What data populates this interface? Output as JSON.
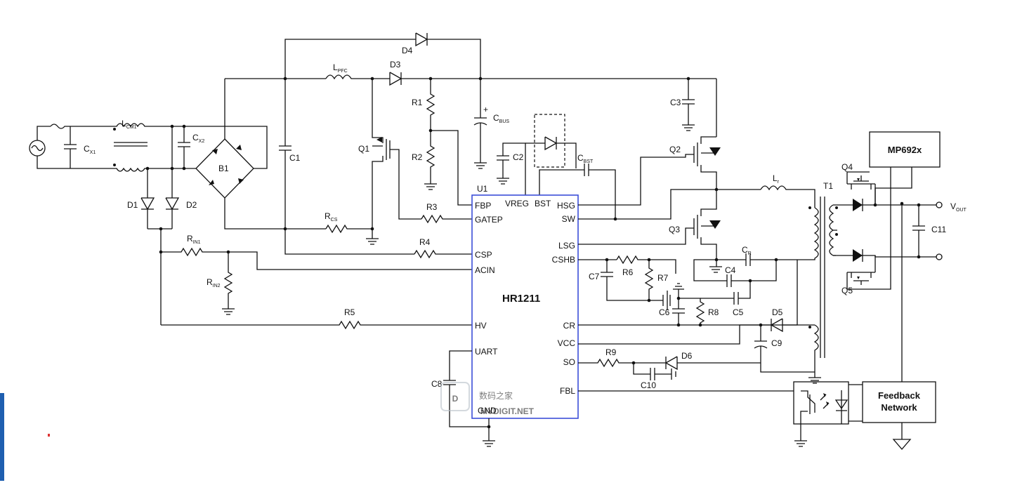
{
  "chip": {
    "name": "HR1211",
    "ref": "U1"
  },
  "left_pins": [
    "FBP",
    "GATEP",
    "CSP",
    "ACIN",
    "HV",
    "UART",
    "GND"
  ],
  "right_pins": [
    "HSG",
    "SW",
    "LSG",
    "CSHB",
    "CR",
    "VCC",
    "SO",
    "FBL"
  ],
  "top_pins": [
    "VREG",
    "BST"
  ],
  "components": {
    "cx1": "C",
    "cx1_sub": "X1",
    "lcm1": "L",
    "lcm1_sub": "CM1",
    "cx2": "C",
    "cx2_sub": "X2",
    "b1": "B1",
    "d1": "D1",
    "d2": "D2",
    "rin1": "R",
    "rin1_sub": "IN1",
    "rin2": "R",
    "rin2_sub": "IN2",
    "c1": "C1",
    "lpfc": "L",
    "lpfc_sub": "PFC",
    "d3": "D3",
    "d4": "D4",
    "r1": "R1",
    "r2": "R2",
    "q1": "Q1",
    "rcs": "R",
    "rcs_sub": "CS",
    "r3": "R3",
    "r4": "R4",
    "r5": "R5",
    "cbus": "C",
    "cbus_sub": "BUS",
    "c2": "C2",
    "cbst": "C",
    "cbst_sub": "BST",
    "c3": "C3",
    "q2": "Q2",
    "q3": "Q3",
    "lr": "L",
    "lr_sub": "r",
    "cr": "C",
    "cr_sub": "R",
    "c4": "C4",
    "c5": "C5",
    "c6": "C6",
    "c7": "C7",
    "r6": "R6",
    "r7": "R7",
    "r8": "R8",
    "d5": "D5",
    "c9": "C9",
    "r9": "R9",
    "d6": "D6",
    "c10": "C10",
    "c8": "C8",
    "t1": "T1",
    "q4": "Q4",
    "q5": "Q5",
    "c11": "C11",
    "vout": "V",
    "vout_sub": "OUT"
  },
  "blocks": {
    "mp692x": "MP692x",
    "feedback_line1": "Feedback",
    "feedback_line2": "Network"
  },
  "watermark": {
    "cn": "数码之家",
    "en": "MYDIGIT.NET"
  }
}
